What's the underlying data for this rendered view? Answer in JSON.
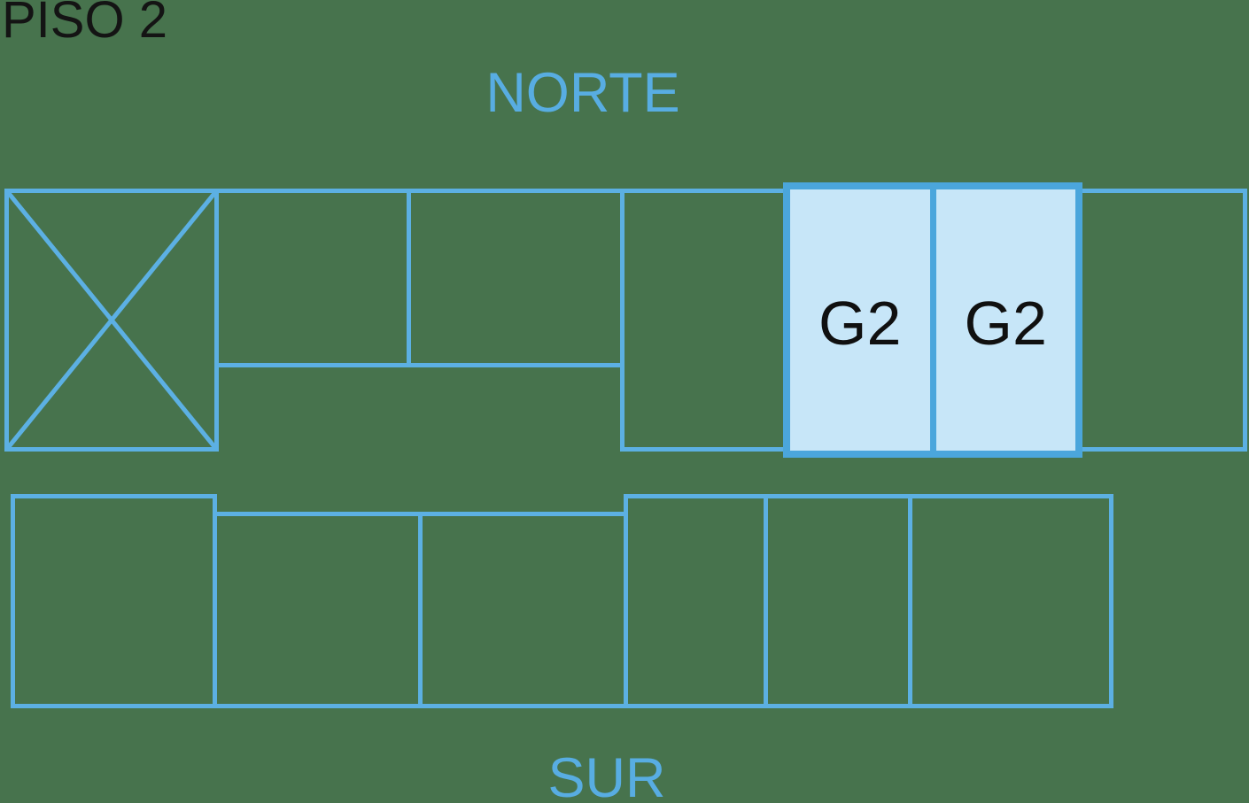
{
  "title": "PISO 2",
  "compass": {
    "north": "NORTE",
    "south": "SUR"
  },
  "rooms": {
    "g2_left": "G2",
    "g2_right": "G2"
  },
  "colors": {
    "background": "#47734D",
    "wall": "#5CB0E3",
    "highlight_border": "#4BA6DC",
    "highlight_fill": "#C7E6F8",
    "label_blue": "#58ADE2",
    "title_black": "#141414"
  }
}
